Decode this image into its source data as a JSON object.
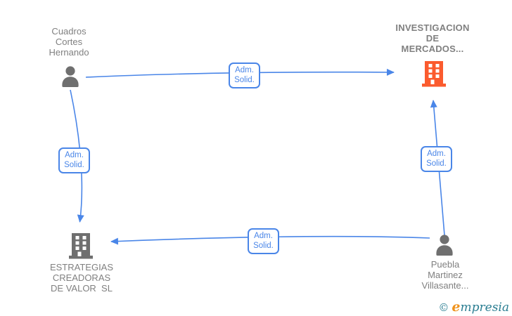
{
  "colors": {
    "background": "#ffffff",
    "arrow_blue": "#4a86e8",
    "label_blue": "#4a86e8",
    "text_gray": "#808080",
    "icon_gray": "#6f6f6f",
    "company_orange": "#fb5b2e",
    "logo_teal": "#2b7e92",
    "logo_orange": "#ef931d"
  },
  "diagram": {
    "nodes": [
      {
        "id": "cuadros-cortes-hernando",
        "type": "person",
        "lines": [
          "Cuadros",
          "Cortes",
          "Hernando"
        ]
      },
      {
        "id": "investigacion-de-mercados",
        "type": "company",
        "lines": [
          "INVESTIGACION",
          "DE",
          "MERCADOS..."
        ]
      },
      {
        "id": "estrategias-creadoras-de-valor-sl",
        "type": "company",
        "lines": [
          "ESTRATEGIAS",
          "CREADORAS",
          "DE VALOR  SL"
        ]
      },
      {
        "id": "puebla-martinez-villasante",
        "type": "person",
        "lines": [
          "Puebla",
          "Martinez",
          "Villasante..."
        ]
      }
    ],
    "edges": [
      {
        "from": "cuadros-cortes-hernando",
        "to": "investigacion-de-mercados",
        "label": [
          "Adm.",
          "Solid."
        ]
      },
      {
        "from": "cuadros-cortes-hernando",
        "to": "estrategias-creadoras-de-valor-sl",
        "label": [
          "Adm.",
          "Solid."
        ]
      },
      {
        "from": "puebla-martinez-villasante",
        "to": "investigacion-de-mercados",
        "label": [
          "Adm.",
          "Solid."
        ]
      },
      {
        "from": "puebla-martinez-villasante",
        "to": "estrategias-creadoras-de-valor-sl",
        "label": [
          "Adm.",
          "Solid."
        ]
      }
    ]
  },
  "watermark": {
    "copyright": "©",
    "brand_initial": "e",
    "brand_rest": "mpresia"
  }
}
